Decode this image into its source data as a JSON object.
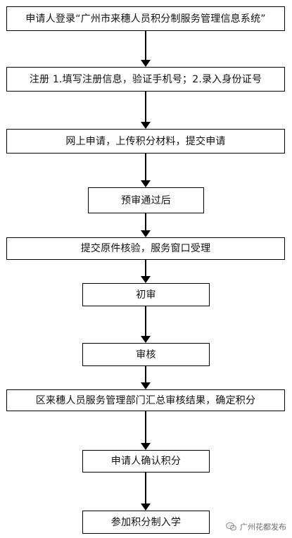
{
  "steps": [
    "申请人登录“广州市来穗人员积分制服务管理信息系统”",
    "注册 1.填写注册信息，验证手机号；2.录入身份证号",
    "网上申请，上传积分材料，提交申请",
    "预审通过后",
    "提交原件核验，服务窗口受理",
    "初审",
    "审核",
    "区来穗人员服务管理部门汇总审核结果，确定积分",
    "申请人确认积分",
    "参加积分制入学"
  ],
  "watermark": {
    "text": "广州花都发布",
    "icon": "wechat-icon"
  },
  "colors": {
    "line": "#000000",
    "background": "#ffffff",
    "watermark": "#6d6d6d"
  }
}
